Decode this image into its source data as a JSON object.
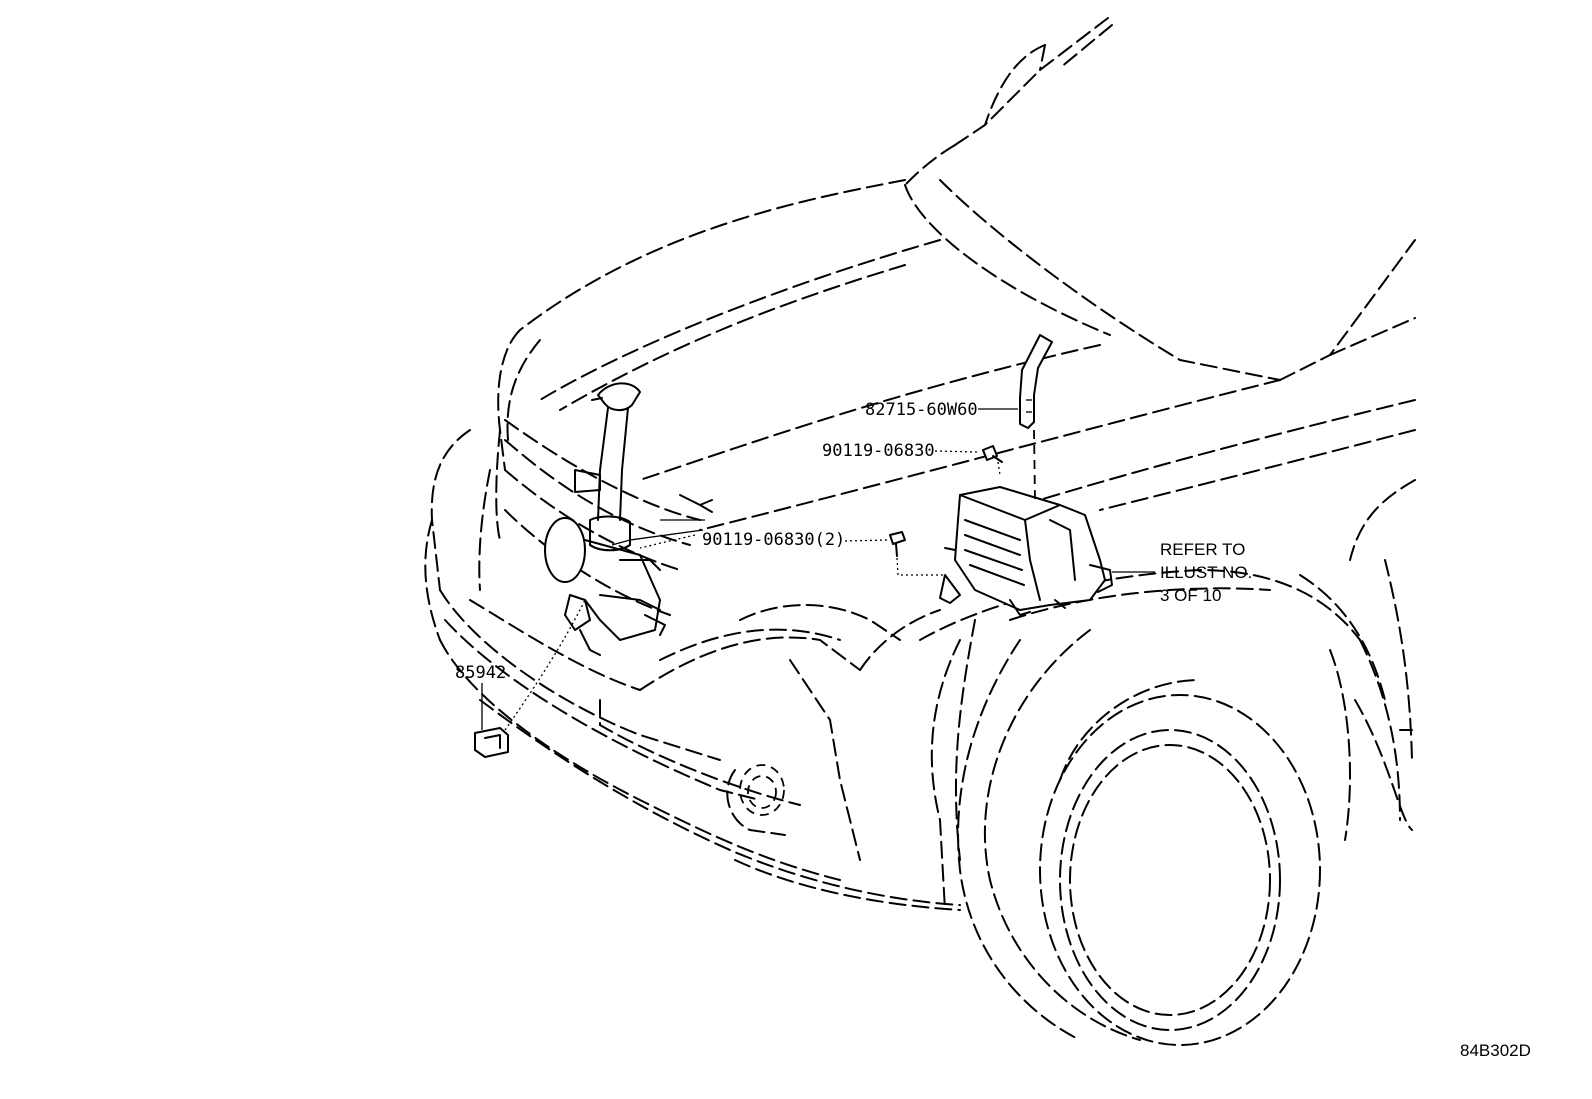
{
  "callouts": {
    "bracket": "82715-60W60",
    "bolt_upper": "90119-06830",
    "bolt_lower": "90119-06830(2)",
    "sensor": "85942"
  },
  "refer_note": {
    "line1": "REFER TO",
    "line2": "ILLUST NO.",
    "line3": "3 OF 10"
  },
  "illustration_code": "84B302D"
}
